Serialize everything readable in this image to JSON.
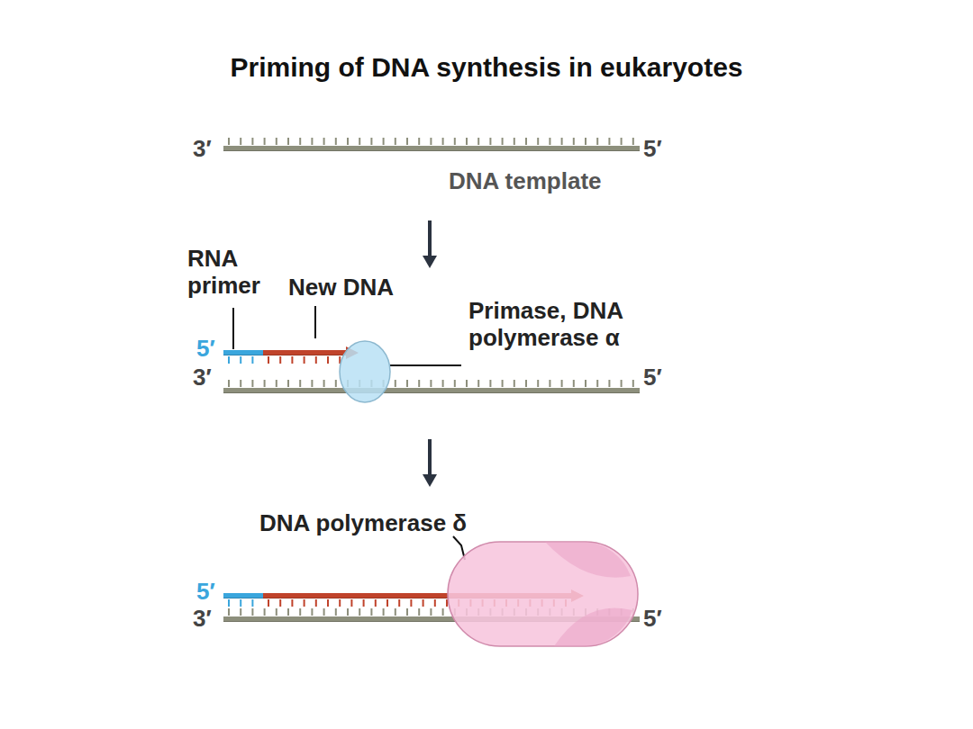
{
  "diagram": {
    "title": "Priming of DNA synthesis in eukaryotes",
    "nodes": [
      {
        "text": [
          "Primase, DNA polymerase α"
        ]
      },
      {
        "text": [
          "DNA polymerase δ"
        ]
      }
    ],
    "labels": [
      "3′",
      "5′",
      "DNA template",
      "RNA primer",
      "New DNA",
      "5′",
      "3′",
      "5′",
      "5′",
      "3′",
      "5′"
    ]
  }
}
